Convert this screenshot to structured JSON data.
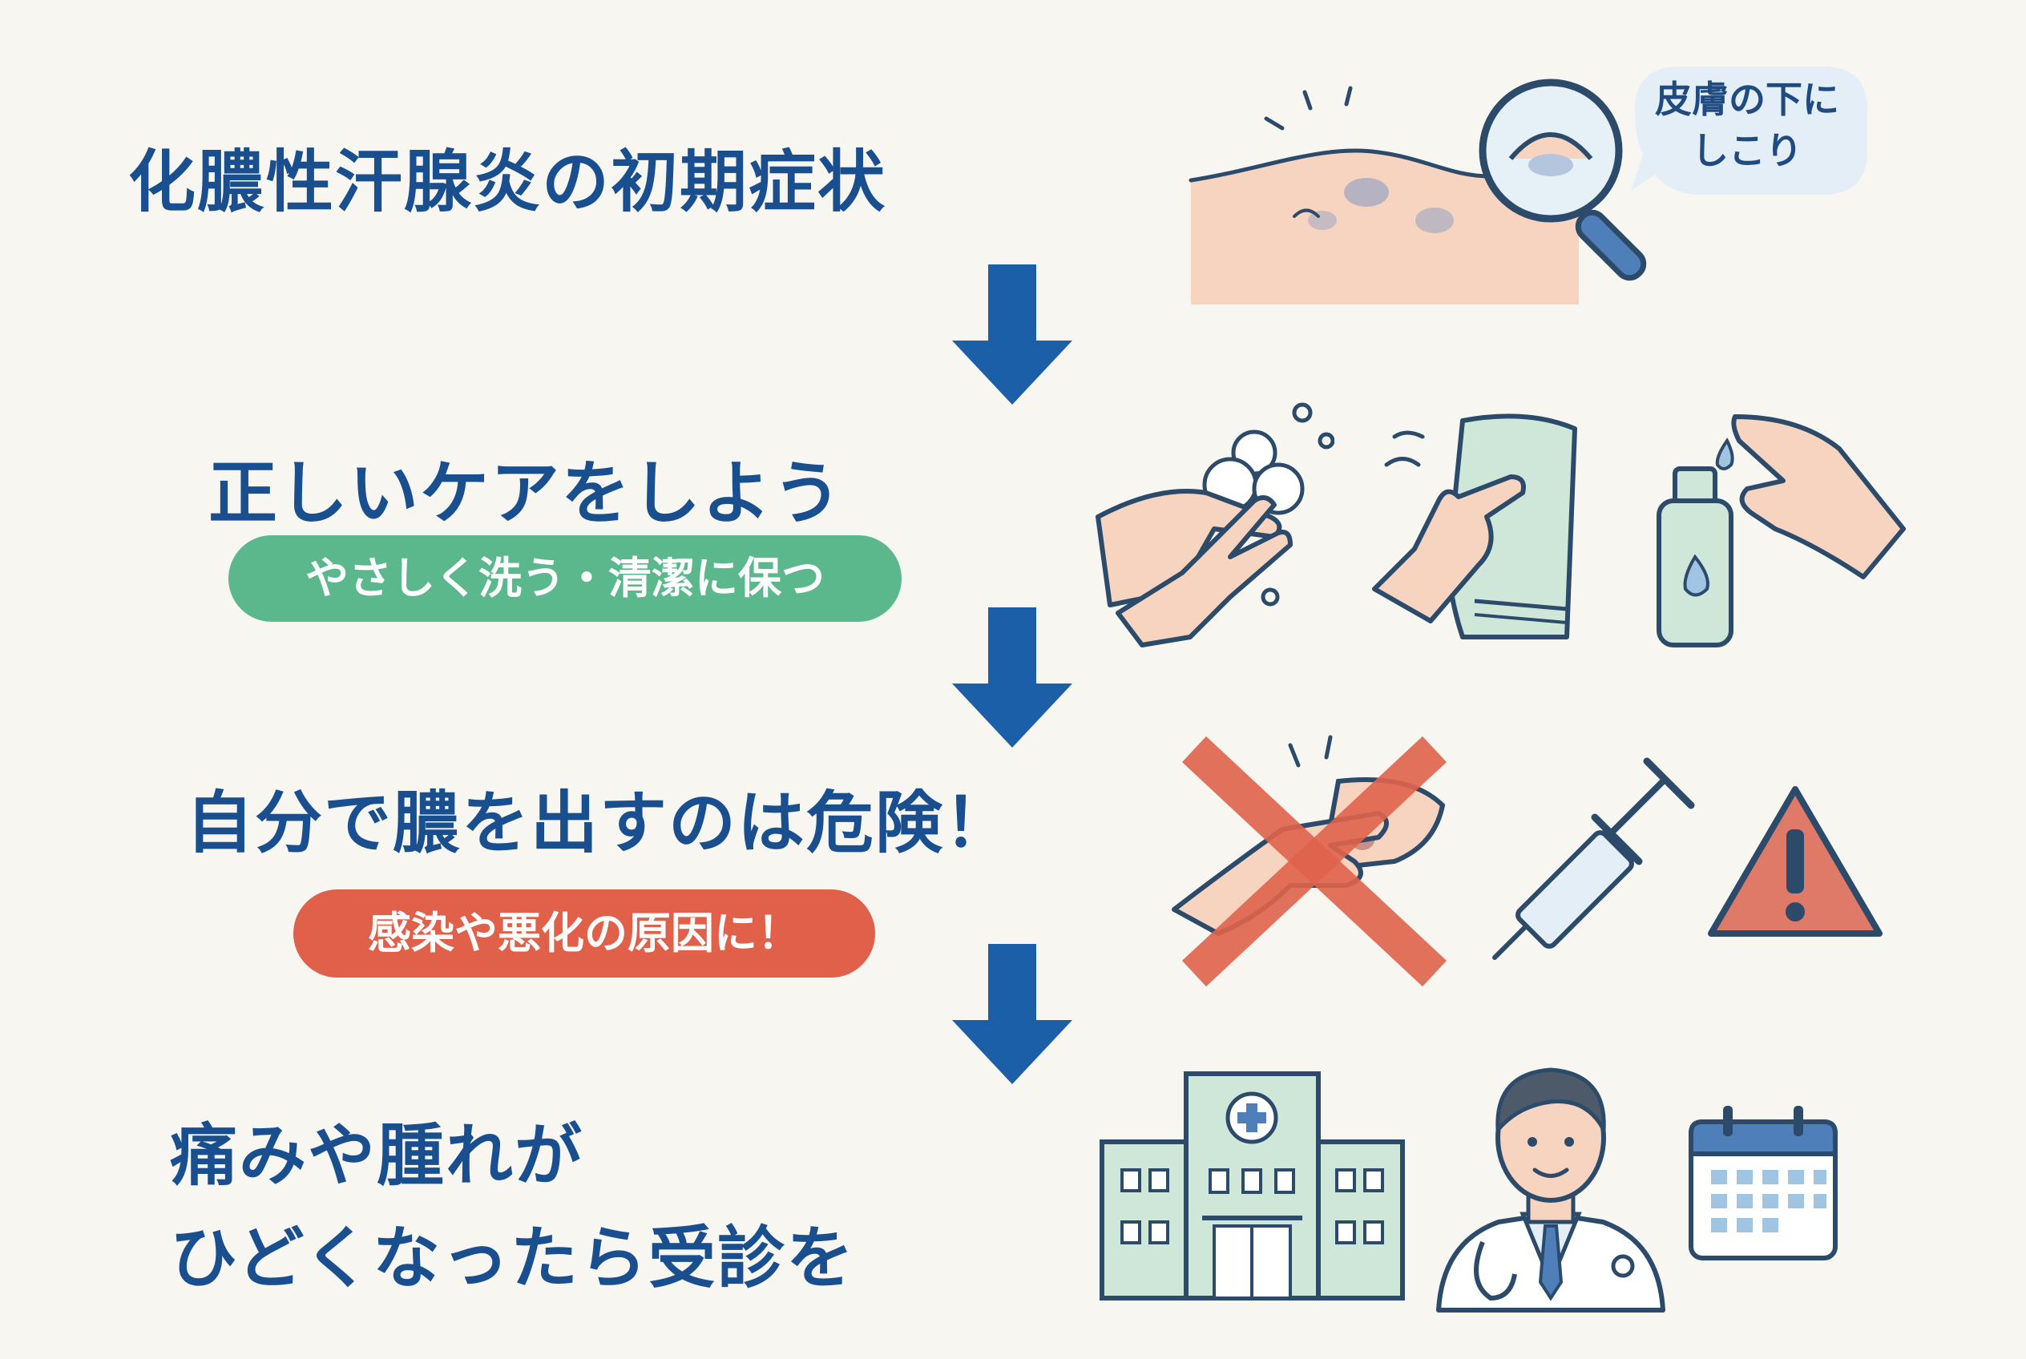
{
  "steps": {
    "s1": {
      "title": "化膿性汗腺炎の初期症状",
      "bubble_line1": "皮膚の下に",
      "bubble_line2": "しこり"
    },
    "s2": {
      "title": "正しいケアをしよう",
      "pill": "やさしく洗う・清潔に保つ"
    },
    "s3": {
      "title": "自分で膿を出すのは危険！",
      "pill": "感染や悪化の原因に！"
    },
    "s4": {
      "title_line1": "痛みや腫れが",
      "title_line2": "ひどくなったら受診を"
    }
  },
  "colors": {
    "heading": "#1a4f8f",
    "arrow": "#1b5fa8",
    "care_pill": "#5bb88d",
    "danger_pill": "#e0604a",
    "skin": "#f6d4c0",
    "outline": "#2c4a6a",
    "mint": "#cfe7d8",
    "cross": "#e0634c"
  },
  "icons": {
    "s1": [
      "skin-lump-icon",
      "magnifier-icon"
    ],
    "s2": [
      "hand-washing-icon",
      "towel-dry-icon",
      "lotion-bottle-icon"
    ],
    "s3": [
      "squeeze-crossed-icon",
      "syringe-icon",
      "warning-icon"
    ],
    "s4": [
      "hospital-icon",
      "doctor-icon",
      "calendar-icon"
    ]
  }
}
